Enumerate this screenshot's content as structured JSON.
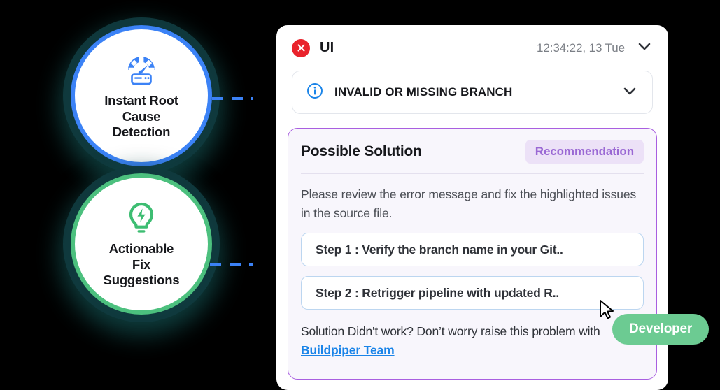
{
  "features": [
    {
      "icon": "speedometer-server-icon",
      "label_lines": [
        "Instant Root",
        "Cause",
        "Detection"
      ],
      "label": "Instant Root Cause Detection",
      "ring_color": "#3b82f6",
      "icon_color": "#3b82f6"
    },
    {
      "icon": "lightbulb-bolt-icon",
      "label_lines": [
        "Actionable",
        "Fix",
        "Suggestions"
      ],
      "label": "Actionable Fix Suggestions",
      "ring_color": "#4cc07e",
      "icon_color": "#3dbd72"
    }
  ],
  "panel": {
    "header": {
      "status_icon": "error-close-icon",
      "status_color": "#e9232c",
      "title": "UI",
      "timestamp": "12:34:22, 13 Tue",
      "collapse_icon": "chevron-down-icon"
    },
    "error_banner": {
      "info_icon": "info-circle-icon",
      "info_color": "#1a84e8",
      "text": "INVALID OR MISSING BRANCH",
      "expand_icon": "chevron-down-icon"
    },
    "solution": {
      "title": "Possible Solution",
      "badge": "Recommendation",
      "badge_bg": "#ece1f7",
      "badge_color": "#9a68d4",
      "border_color": "#a95fe0",
      "description": "Please review the error message and fix the highlighted issues in the source file.",
      "steps": [
        "Step 1 : Verify the branch name in your Git..",
        "Step 2 : Retrigger pipeline with updated R.."
      ],
      "footer_text": "Solution Didn't work? Don’t worry raise this problem with ",
      "footer_link": "Buildpiper Team",
      "footer_link_color": "#1a84e8"
    }
  },
  "overlay": {
    "cursor_icon": "mouse-pointer-icon",
    "developer_badge": "Developer",
    "developer_badge_color": "#6ccb92"
  }
}
